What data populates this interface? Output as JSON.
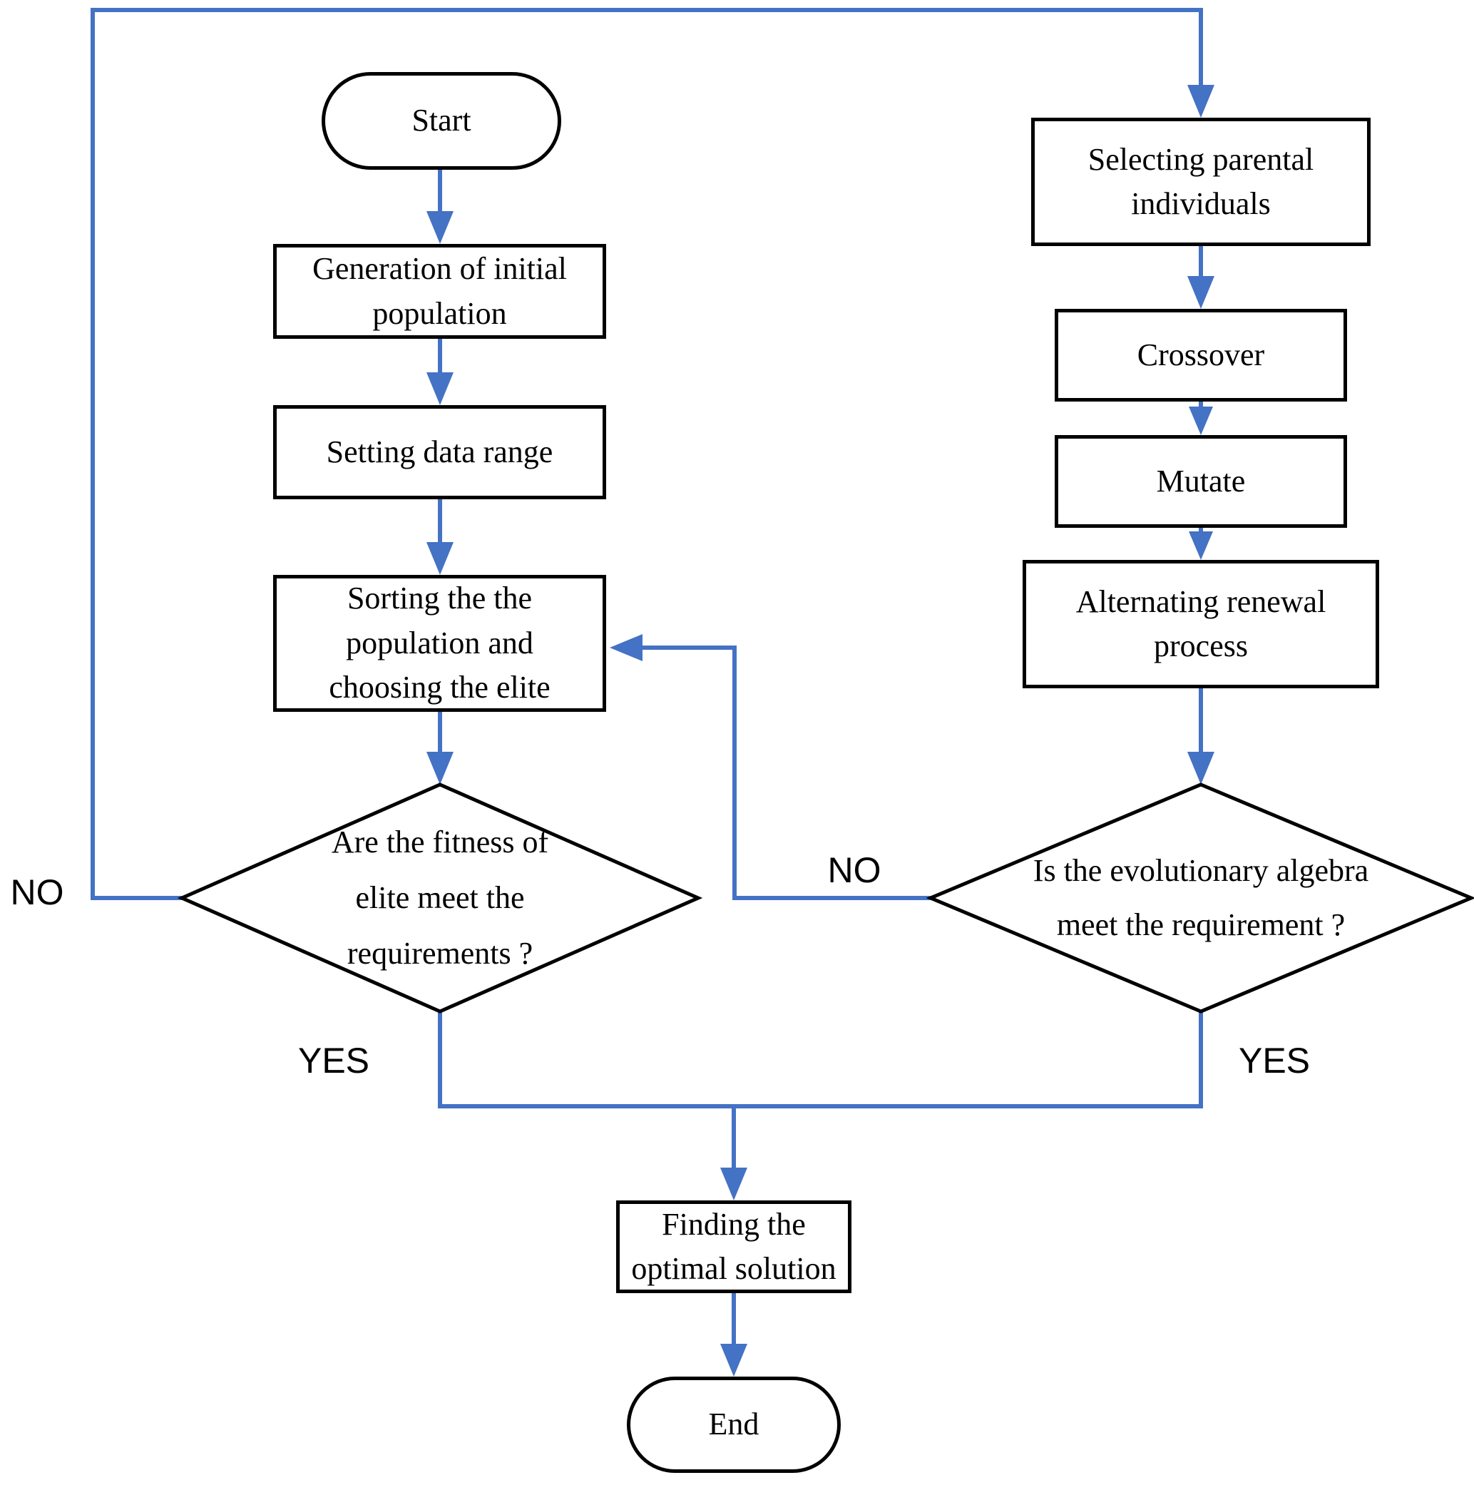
{
  "colors": {
    "connector": "#4472C4",
    "shape_border": "#000000",
    "text": "#000000",
    "background": "#ffffff"
  },
  "nodes": {
    "start": {
      "type": "terminator",
      "label": "Start"
    },
    "generation": {
      "type": "process",
      "label": "Generation of initial\npopulation"
    },
    "setting": {
      "type": "process",
      "label": "Setting data range"
    },
    "sorting": {
      "type": "process",
      "label": "Sorting the the\npopulation and\nchoosing the elite"
    },
    "fitness_decision": {
      "type": "decision",
      "label": "Are the fitness of\nelite meet the\nrequirements ?"
    },
    "selecting": {
      "type": "process",
      "label": "Selecting parental\nindividuals"
    },
    "crossover": {
      "type": "process",
      "label": "Crossover"
    },
    "mutate": {
      "type": "process",
      "label": "Mutate"
    },
    "alternating": {
      "type": "process",
      "label": "Alternating renewal\nprocess"
    },
    "algebra_decision": {
      "type": "decision",
      "label": "Is the evolutionary algebra\nmeet the requirement ?"
    },
    "finding": {
      "type": "process",
      "label": "Finding the\noptimal solution"
    },
    "end": {
      "type": "terminator",
      "label": "End"
    }
  },
  "edge_labels": {
    "fitness_no": "NO",
    "fitness_yes": "YES",
    "algebra_no": "NO",
    "algebra_yes": "YES"
  },
  "edges": [
    {
      "from": "start",
      "to": "generation"
    },
    {
      "from": "generation",
      "to": "setting"
    },
    {
      "from": "setting",
      "to": "sorting"
    },
    {
      "from": "sorting",
      "to": "fitness_decision"
    },
    {
      "from": "fitness_decision",
      "to": "selecting",
      "label": "NO"
    },
    {
      "from": "fitness_decision",
      "to": "finding",
      "label": "YES"
    },
    {
      "from": "selecting",
      "to": "crossover"
    },
    {
      "from": "crossover",
      "to": "mutate"
    },
    {
      "from": "mutate",
      "to": "alternating"
    },
    {
      "from": "alternating",
      "to": "algebra_decision"
    },
    {
      "from": "algebra_decision",
      "to": "sorting",
      "label": "NO"
    },
    {
      "from": "algebra_decision",
      "to": "finding",
      "label": "YES"
    }
  ]
}
